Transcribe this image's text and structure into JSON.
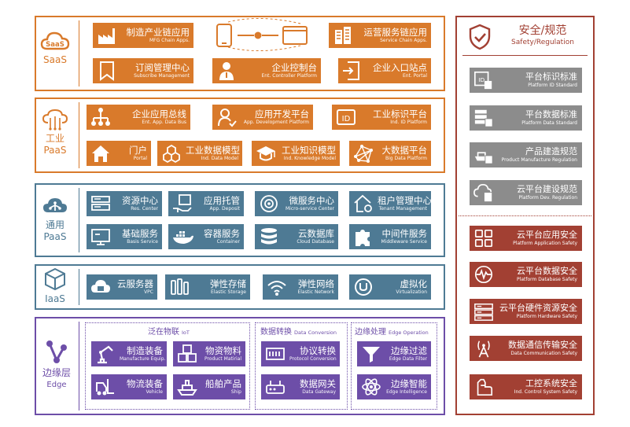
{
  "colors": {
    "saas": "#d97a2b",
    "ipaas": "#d97a2b",
    "gpaas": "#4e7a94",
    "iaas": "#4e7a94",
    "edge": "#6d4ea8",
    "grey": "#8c8c8c",
    "red": "#a24033"
  },
  "saas": {
    "label": "SaaS",
    "tiles": [
      {
        "zh": "制造产业链应用",
        "en": "MFG Chain Apps.",
        "icon": "factory-icon"
      },
      {
        "zh": "运营服务链应用",
        "en": "Service Chain Apps.",
        "icon": "building-icon"
      },
      {
        "zh": "订阅管理中心",
        "en": "Subscribe Management",
        "icon": "bookmark-icon"
      },
      {
        "zh": "企业控制台",
        "en": "Ent. Controller Platform",
        "icon": "person-icon"
      },
      {
        "zh": "企业入口站点",
        "en": "Ent. Portal",
        "icon": "door-icon"
      }
    ]
  },
  "ipaas": {
    "label_zh": "工业",
    "label_en": "PaaS",
    "tiles": [
      {
        "zh": "企业应用总线",
        "en": "Ent. App. Data Bus",
        "icon": "bus-tree-icon"
      },
      {
        "zh": "应用开发平台",
        "en": "App. Development Platform",
        "icon": "dev-icon"
      },
      {
        "zh": "工业标识平台",
        "en": "Ind. ID Platform",
        "icon": "id-icon"
      },
      {
        "zh": "门户",
        "en": "Portal",
        "icon": "home-icon"
      },
      {
        "zh": "工业数据模型",
        "en": "Ind. Data Model",
        "icon": "cubes-icon"
      },
      {
        "zh": "工业知识模型",
        "en": "Ind. Knowledge Model",
        "icon": "graduation-icon"
      },
      {
        "zh": "大数据平台",
        "en": "Big Data Platform",
        "icon": "network-icon"
      }
    ]
  },
  "gpaas": {
    "label_zh": "通用",
    "label_en": "PaaS",
    "tiles": [
      {
        "zh": "资源中心",
        "en": "Res. Center",
        "icon": "server-icon"
      },
      {
        "zh": "应用托管",
        "en": "App. Deposit",
        "icon": "hand-app-icon"
      },
      {
        "zh": "微服务中心",
        "en": "Micro-service Center",
        "icon": "microservice-icon"
      },
      {
        "zh": "租户管理中心",
        "en": "Tenant Management",
        "icon": "house-gear-icon"
      },
      {
        "zh": "基础服务",
        "en": "Basis Service",
        "icon": "monitor-icon"
      },
      {
        "zh": "容器服务",
        "en": "Container",
        "icon": "docker-icon"
      },
      {
        "zh": "云数据库",
        "en": "Cloud Database",
        "icon": "database-icon"
      },
      {
        "zh": "中间件服务",
        "en": "Middleware Service",
        "icon": "puzzle-icon"
      }
    ]
  },
  "iaas": {
    "label": "IaaS",
    "tiles": [
      {
        "zh": "云服务器",
        "en": "VPC",
        "icon": "cloud-server-icon"
      },
      {
        "zh": "弹性存储",
        "en": "Elastic Storage",
        "icon": "storage-icon"
      },
      {
        "zh": "弹性网络",
        "en": "Elastic Network",
        "icon": "wifi-icon"
      },
      {
        "zh": "虚拟化",
        "en": "Virtualization",
        "icon": "virtual-icon"
      }
    ]
  },
  "edge": {
    "label_zh": "边缘层",
    "label_en": "Edge",
    "groups": [
      {
        "zh": "泛在物联",
        "en": "IoT"
      },
      {
        "zh": "数据转换",
        "en": "Data Conversion"
      },
      {
        "zh": "边缘处理",
        "en": "Edge Operation"
      }
    ],
    "tiles": [
      {
        "zh": "制造装备",
        "en": "Manufacture Equip.",
        "icon": "robot-arm-icon"
      },
      {
        "zh": "物资物料",
        "en": "Product Matirial",
        "icon": "boxes-icon"
      },
      {
        "zh": "物流装备",
        "en": "Vehicle",
        "icon": "forklift-icon"
      },
      {
        "zh": "船舶产品",
        "en": "Ship",
        "icon": "ship-icon"
      },
      {
        "zh": "协议转换",
        "en": "Protocol Conversion",
        "icon": "protocol-icon"
      },
      {
        "zh": "数据网关",
        "en": "Data Gateway",
        "icon": "gateway-icon"
      },
      {
        "zh": "边缘过滤",
        "en": "Edge Data Filter",
        "icon": "filter-icon"
      },
      {
        "zh": "边缘智能",
        "en": "Edge Intelligence",
        "icon": "atom-icon"
      }
    ]
  },
  "safety": {
    "title_zh": "安全/规范",
    "title_en": "Safety/Regulation",
    "standards": [
      {
        "zh": "平台标识标准",
        "en": "Platform ID Standard",
        "icon": "id-doc-icon"
      },
      {
        "zh": "平台数据标准",
        "en": "Platform Data Standard",
        "icon": "db-doc-icon"
      },
      {
        "zh": "产品建造规范",
        "en": "Product Manufacture Regulation",
        "icon": "ship-doc-icon"
      },
      {
        "zh": "云平台建设规范",
        "en": "Platform Dev. Regulation",
        "icon": "cloud-doc-icon"
      }
    ],
    "security": [
      {
        "zh": "云平台应用安全",
        "en": "Platform Application Safety",
        "icon": "apps-grid-icon"
      },
      {
        "zh": "云平台数据安全",
        "en": "Platform Database Safety",
        "icon": "pulse-icon"
      },
      {
        "zh": "云平台硬件资源安全",
        "en": "Platform Hardware Safety",
        "icon": "rack-icon"
      },
      {
        "zh": "数据通信传输安全",
        "en": "Data Communication Safety",
        "icon": "antenna-icon"
      },
      {
        "zh": "工控系统安全",
        "en": "Ind. Control System Safety",
        "icon": "hand-control-icon"
      }
    ]
  }
}
